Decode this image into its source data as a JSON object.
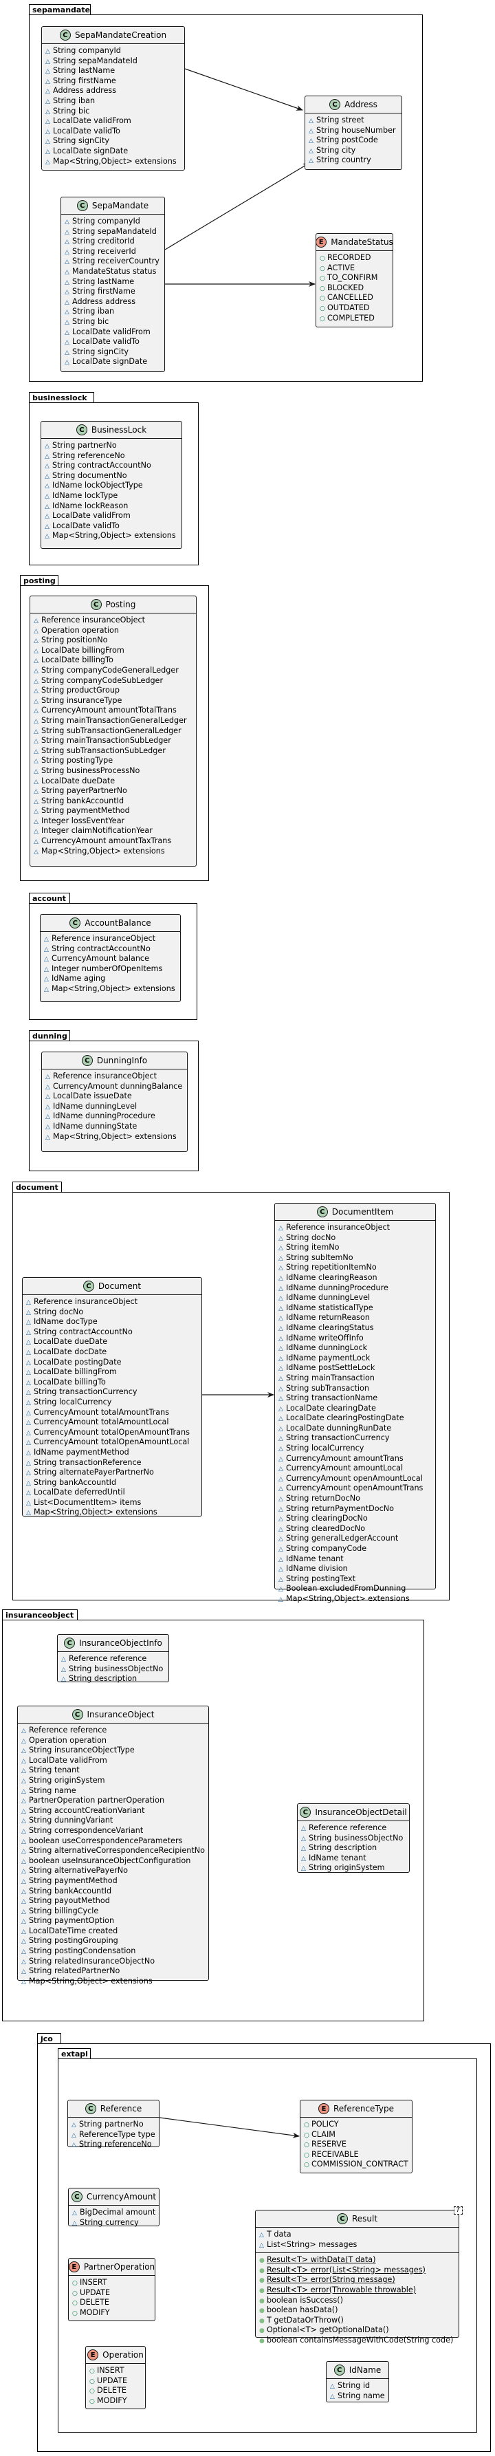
{
  "packages": {
    "sepamandate": "sepamandate",
    "businesslock": "businesslock",
    "posting": "posting",
    "account": "account",
    "dunning": "dunning",
    "document": "document",
    "insuranceobject": "insuranceobject",
    "jco": "jco",
    "extapi": "extapi"
  },
  "classes": {
    "sepaMandateCreation": {
      "name": "SepaMandateCreation",
      "fields": [
        "String companyId",
        "String sepaMandateId",
        "String lastName",
        "String firstName",
        "Address address",
        "String iban",
        "String bic",
        "LocalDate validFrom",
        "LocalDate validTo",
        "String signCity",
        "LocalDate signDate",
        "Map<String,Object> extensions"
      ]
    },
    "address": {
      "name": "Address",
      "fields": [
        "String street",
        "String houseNumber",
        "String postCode",
        "String city",
        "String country"
      ]
    },
    "sepaMandate": {
      "name": "SepaMandate",
      "fields": [
        "String companyId",
        "String sepaMandateId",
        "String creditorId",
        "String receiverId",
        "String receiverCountry",
        "MandateStatus status",
        "String lastName",
        "String firstName",
        "Address address",
        "String iban",
        "String bic",
        "LocalDate validFrom",
        "LocalDate validTo",
        "String signCity",
        "LocalDate signDate"
      ]
    },
    "mandateStatus": {
      "name": "MandateStatus",
      "values": [
        "RECORDED",
        "ACTIVE",
        "TO_CONFIRM",
        "BLOCKED",
        "CANCELLED",
        "OUTDATED",
        "COMPLETED"
      ]
    },
    "businessLock": {
      "name": "BusinessLock",
      "fields": [
        "String partnerNo",
        "String referenceNo",
        "String contractAccountNo",
        "String documentNo",
        "IdName lockObjectType",
        "IdName lockType",
        "IdName lockReason",
        "LocalDate validFrom",
        "LocalDate validTo",
        "Map<String,Object> extensions"
      ]
    },
    "posting": {
      "name": "Posting",
      "fields": [
        "Reference insuranceObject",
        "Operation operation",
        "String positionNo",
        "LocalDate billingFrom",
        "LocalDate billingTo",
        "String companyCodeGeneralLedger",
        "String companyCodeSubLedger",
        "String productGroup",
        "String insuranceType",
        "CurrencyAmount amountTotalTrans",
        "String mainTransactionGeneralLedger",
        "String subTransactionGeneralLedger",
        "String mainTransactionSubLedger",
        "String subTransactionSubLedger",
        "String postingType",
        "String businessProcessNo",
        "LocalDate dueDate",
        "String payerPartnerNo",
        "String bankAccountId",
        "String paymentMethod",
        "Integer lossEventYear",
        "Integer claimNotificationYear",
        "CurrencyAmount amountTaxTrans",
        "Map<String,Object> extensions"
      ]
    },
    "accountBalance": {
      "name": "AccountBalance",
      "fields": [
        "Reference insuranceObject",
        "String contractAccountNo",
        "CurrencyAmount balance",
        "Integer numberOfOpenItems",
        "IdName aging",
        "Map<String,Object> extensions"
      ]
    },
    "dunningInfo": {
      "name": "DunningInfo",
      "fields": [
        "Reference insuranceObject",
        "CurrencyAmount dunningBalance",
        "LocalDate issueDate",
        "IdName dunningLevel",
        "IdName dunningProcedure",
        "IdName dunningState",
        "Map<String,Object> extensions"
      ]
    },
    "document": {
      "name": "Document",
      "fields": [
        "Reference insuranceObject",
        "String docNo",
        "IdName docType",
        "String contractAccountNo",
        "LocalDate dueDate",
        "LocalDate docDate",
        "LocalDate postingDate",
        "LocalDate billingFrom",
        "LocalDate billingTo",
        "String transactionCurrency",
        "String localCurrency",
        "CurrencyAmount totalAmountTrans",
        "CurrencyAmount totalAmountLocal",
        "CurrencyAmount totalOpenAmountTrans",
        "CurrencyAmount totalOpenAmountLocal",
        "IdName paymentMethod",
        "String transactionReference",
        "String alternatePayerPartnerNo",
        "String bankAccountId",
        "LocalDate deferredUntil",
        "List<DocumentItem> items",
        "Map<String,Object> extensions"
      ]
    },
    "documentItem": {
      "name": "DocumentItem",
      "fields": [
        "Reference insuranceObject",
        "String docNo",
        "String itemNo",
        "String subItemNo",
        "String repetitionItemNo",
        "IdName clearingReason",
        "IdName dunningProcedure",
        "IdName dunningLevel",
        "IdName statisticalType",
        "IdName returnReason",
        "IdName clearingStatus",
        "IdName writeOffInfo",
        "IdName dunningLock",
        "IdName paymentLock",
        "IdName postSettleLock",
        "String mainTransaction",
        "String subTransaction",
        "String transactionName",
        "LocalDate clearingDate",
        "LocalDate clearingPostingDate",
        "LocalDate dunningRunDate",
        "String transactionCurrency",
        "String localCurrency",
        "CurrencyAmount amountTrans",
        "CurrencyAmount amountLocal",
        "CurrencyAmount openAmountLocal",
        "CurrencyAmount openAmountTrans",
        "String returnDocNo",
        "String returnPaymentDocNo",
        "String clearingDocNo",
        "String clearedDocNo",
        "String generalLedgerAccount",
        "String companyCode",
        "IdName tenant",
        "IdName division",
        "String postingText",
        "Boolean excludedFromDunning",
        "Map<String,Object> extensions"
      ]
    },
    "insuranceObjectInfo": {
      "name": "InsuranceObjectInfo",
      "fields": [
        "Reference reference",
        "String businessObjectNo",
        "String description"
      ]
    },
    "insuranceObject": {
      "name": "InsuranceObject",
      "fields": [
        "Reference reference",
        "Operation operation",
        "String insuranceObjectType",
        "LocalDate validFrom",
        "String tenant",
        "String originSystem",
        "String name",
        "PartnerOperation partnerOperation",
        "String accountCreationVariant",
        "String dunningVariant",
        "String correspondenceVariant",
        "boolean useCorrespondenceParameters",
        "String alternativeCorrespondenceRecipientNo",
        "boolean useInsuranceObjectConfiguration",
        "String alternativePayerNo",
        "String paymentMethod",
        "String bankAccountId",
        "String payoutMethod",
        "String billingCycle",
        "String paymentOption",
        "LocalDateTime created",
        "String postingGrouping",
        "String postingCondensation",
        "String relatedInsuranceObjectNo",
        "String relatedPartnerNo",
        "Map<String,Object> extensions"
      ]
    },
    "insuranceObjectDetail": {
      "name": "InsuranceObjectDetail",
      "fields": [
        "Reference reference",
        "String businessObjectNo",
        "String description",
        "IdName tenant",
        "String originSystem"
      ]
    },
    "reference": {
      "name": "Reference",
      "fields": [
        "String partnerNo",
        "ReferenceType type",
        "String referenceNo"
      ]
    },
    "referenceType": {
      "name": "ReferenceType",
      "values": [
        "POLICY",
        "CLAIM",
        "RESERVE",
        "RECEIVABLE",
        "COMMISSION_CONTRACT"
      ]
    },
    "currencyAmount": {
      "name": "CurrencyAmount",
      "fields": [
        "BigDecimal amount",
        "String currency"
      ]
    },
    "result": {
      "name": "Result",
      "type_param": "T",
      "fields": [
        "T data",
        "List<String> messages"
      ],
      "methods": [
        "Result<T> withData(T data)",
        "Result<T> error(List<String> messages)",
        "Result<T> error(String message)",
        "Result<T> error(Throwable throwable)",
        "boolean isSuccess()",
        "boolean hasData()",
        "T getDataOrThrow()",
        "Optional<T> getOptionalData()",
        "boolean containsMessageWithCode(String code)"
      ],
      "static_methods": [
        0,
        1,
        2,
        3
      ]
    },
    "partnerOperation": {
      "name": "PartnerOperation",
      "values": [
        "INSERT",
        "UPDATE",
        "DELETE",
        "MODIFY"
      ]
    },
    "operation": {
      "name": "Operation",
      "values": [
        "INSERT",
        "UPDATE",
        "DELETE",
        "MODIFY"
      ]
    },
    "idName": {
      "name": "IdName",
      "fields": [
        "String id",
        "String name"
      ]
    }
  },
  "colors": {
    "class_bg": "#F1F1F1",
    "class_icon": "#ADD1B2",
    "enum_icon": "#EB937F",
    "field_icon": "#1963A0",
    "enum_value_icon": "#038048",
    "method_icon": "#84BE84"
  }
}
